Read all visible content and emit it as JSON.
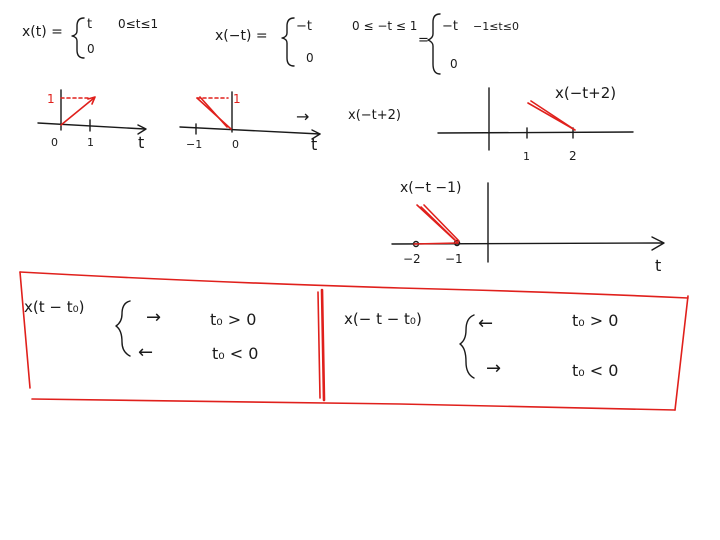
{
  "colors": {
    "ink": "#1a1a1a",
    "accent": "#e0201c"
  },
  "definition": {
    "lhs": "x(t) =",
    "case_top_value": "t",
    "case_top_condition": "0≤t≤1",
    "case_bottom_value": "0"
  },
  "reflection": {
    "lhs": "x(−t) =",
    "case_top_value": "−t",
    "case_top_condition": "0 ≤ −t ≤ 1",
    "equals": "=",
    "rewritten_top_value": "−t",
    "rewritten_top_condition": "−1≤t≤0",
    "case_bottom_value": "0",
    "rewritten_bottom_value": "0"
  },
  "graph1": {
    "marker": "1",
    "tick_0": "0",
    "tick_1": "1",
    "axis": "t"
  },
  "graph2": {
    "marker": "1",
    "tick_neg1": "−1",
    "tick_0": "0",
    "axis": "t"
  },
  "shift_note": {
    "arrow": "→",
    "label": "x(−t+2)"
  },
  "graph3": {
    "title": "x(−t+2)",
    "tick_1": "1",
    "tick_2": "2"
  },
  "graph4": {
    "title": "x(−t −1)",
    "tick_neg2": "−2",
    "tick_neg1": "−1",
    "axis": "t"
  },
  "box_left": {
    "expr": "x(t − t₀)",
    "row1_arrow": "→",
    "row1_condition": "t₀ > 0",
    "row2_arrow": "←",
    "row2_condition": "t₀ < 0"
  },
  "box_right": {
    "expr": "x(− t − t₀)",
    "row1_arrow": "←",
    "row1_condition": "t₀ > 0",
    "row2_arrow": "→",
    "row2_condition": "t₀ < 0"
  }
}
